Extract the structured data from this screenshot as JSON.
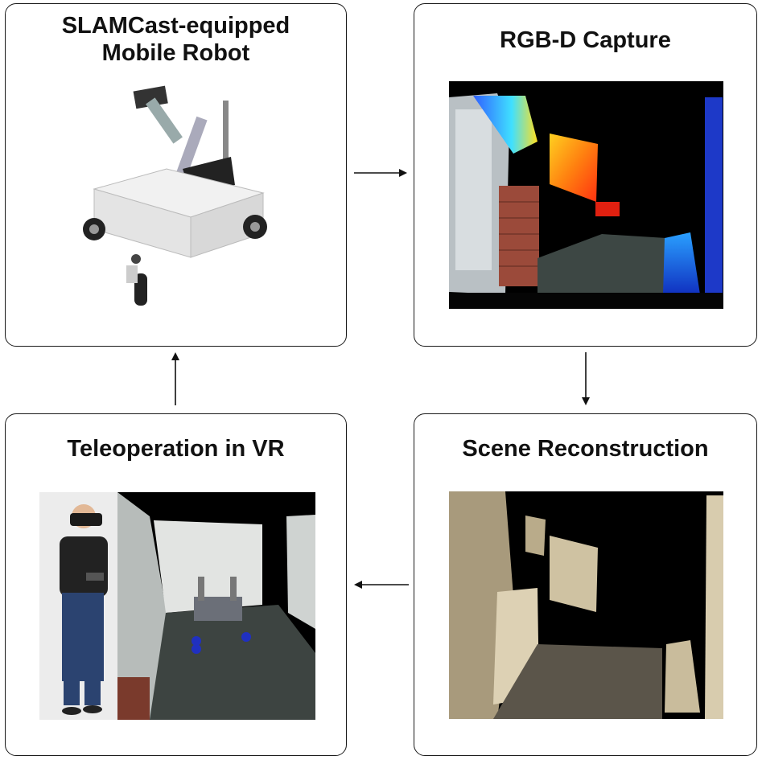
{
  "panels": {
    "robot": {
      "title_line1": "SLAMCast-equipped",
      "title_line2": "Mobile Robot"
    },
    "capture": {
      "title": "RGB-D Capture"
    },
    "reconstruction": {
      "title": "Scene Reconstruction"
    },
    "teleop": {
      "title": "Teleoperation in VR"
    }
  },
  "flow": [
    "robot",
    "capture",
    "reconstruction",
    "teleop",
    "robot"
  ],
  "colors": {
    "border": "#1a1a1a",
    "arrow": "#111111",
    "depth_background": "#000000",
    "recon_surface": "#c8b89a"
  }
}
